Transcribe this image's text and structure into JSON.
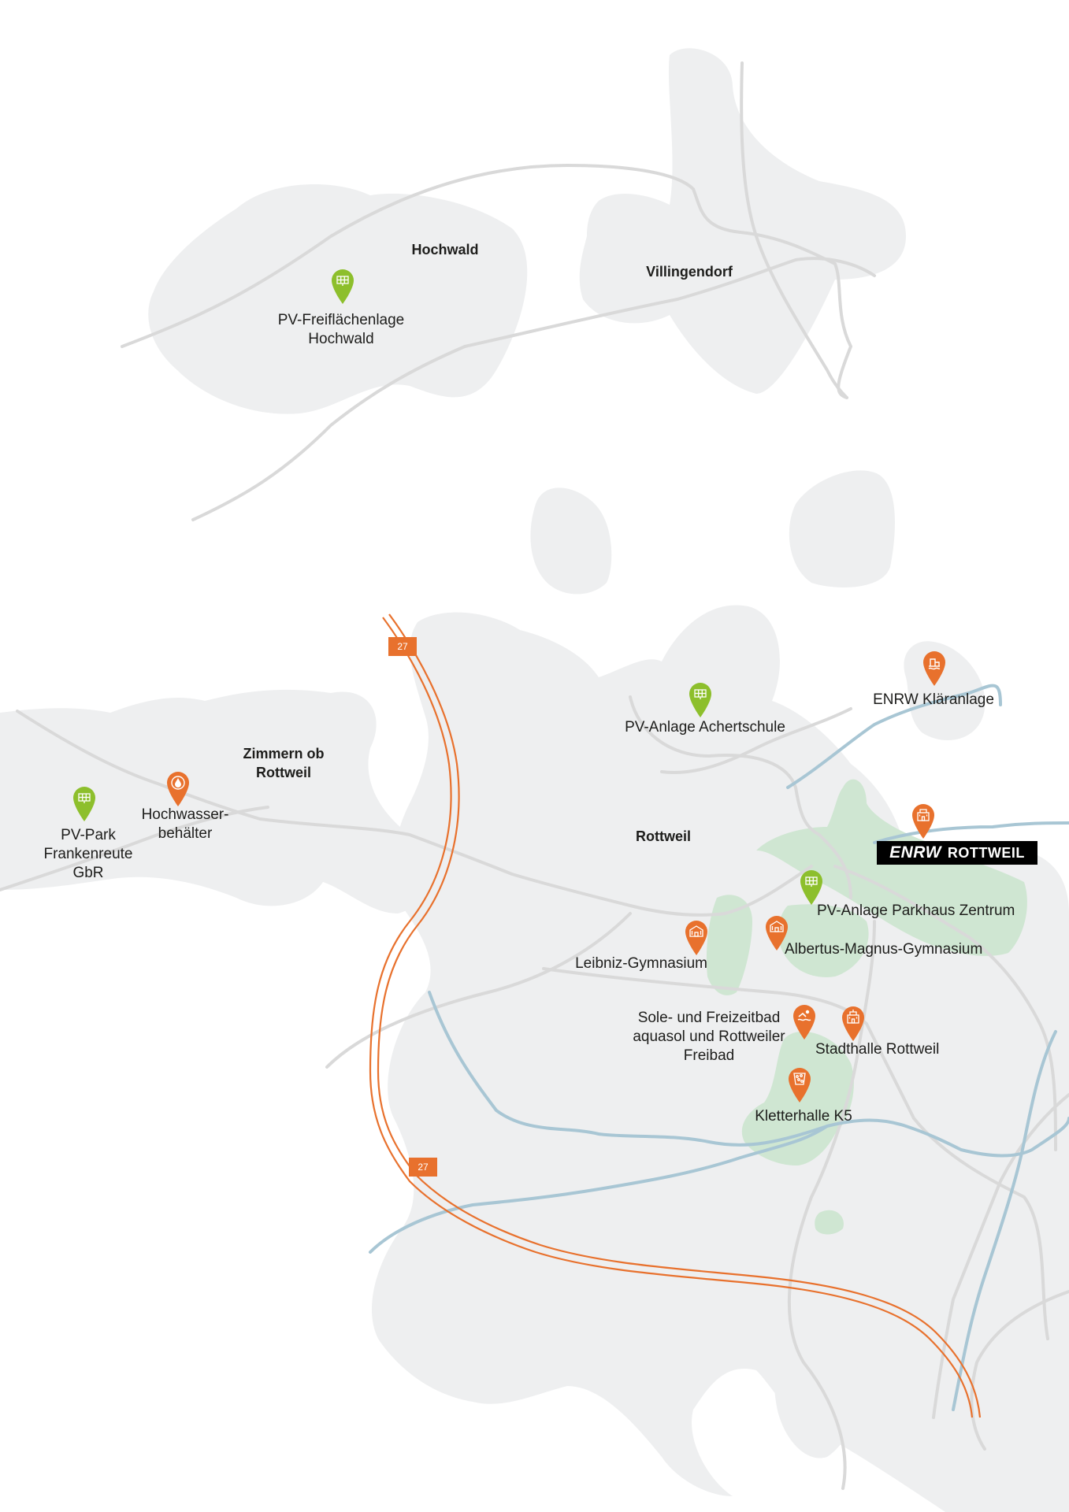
{
  "colors": {
    "settlement": "#eeeff0",
    "park": "#cfe6d2",
    "road": "#d9d9d9",
    "river": "#a8c6d4",
    "motorway": "#e8712d",
    "marker_green": "#8dbf2c",
    "marker_orange": "#e8712d"
  },
  "places": [
    {
      "name": "Hochwald"
    },
    {
      "name": "Villingendorf"
    },
    {
      "name": "Zimmern ob\nRottweil"
    },
    {
      "name": "Rottweil"
    }
  ],
  "motorway": {
    "number": "27"
  },
  "markers": [
    {
      "label": "PV-Freiflächenlage\nHochwald",
      "icon": "solar-panel-icon",
      "category": "green"
    },
    {
      "label": "PV-Anlage Achertschule",
      "icon": "solar-panel-icon",
      "category": "green"
    },
    {
      "label": "ENRW Kläranlage",
      "icon": "sewage-plant-icon",
      "category": "orange"
    },
    {
      "label": "PV-Park\nFrankenreute\nGbR",
      "icon": "solar-panel-icon",
      "category": "green"
    },
    {
      "label": "Hochwasser-\nbehälter",
      "icon": "water-drop-icon",
      "category": "orange"
    },
    {
      "label": "PV-Anlage Parkhaus Zentrum",
      "icon": "solar-panel-icon",
      "category": "green"
    },
    {
      "label": "Leibniz-Gymnasium",
      "icon": "school-building-icon",
      "category": "orange"
    },
    {
      "label": "Albertus-Magnus-Gymnasium",
      "icon": "school-building-icon",
      "category": "orange"
    },
    {
      "label": "Sole- und Freizeitbad\naquasol und Rottweiler\nFreibad",
      "icon": "swimmer-icon",
      "category": "orange"
    },
    {
      "label": "Stadthalle Rottweil",
      "icon": "town-hall-icon",
      "category": "orange"
    },
    {
      "label": "Kletterhalle K5",
      "icon": "climbing-wall-icon",
      "category": "orange"
    },
    {
      "label": "",
      "icon": "headquarters-building-icon",
      "category": "orange"
    }
  ],
  "brand": {
    "bold": "ENRW",
    "regular": "ROTTWEIL"
  }
}
